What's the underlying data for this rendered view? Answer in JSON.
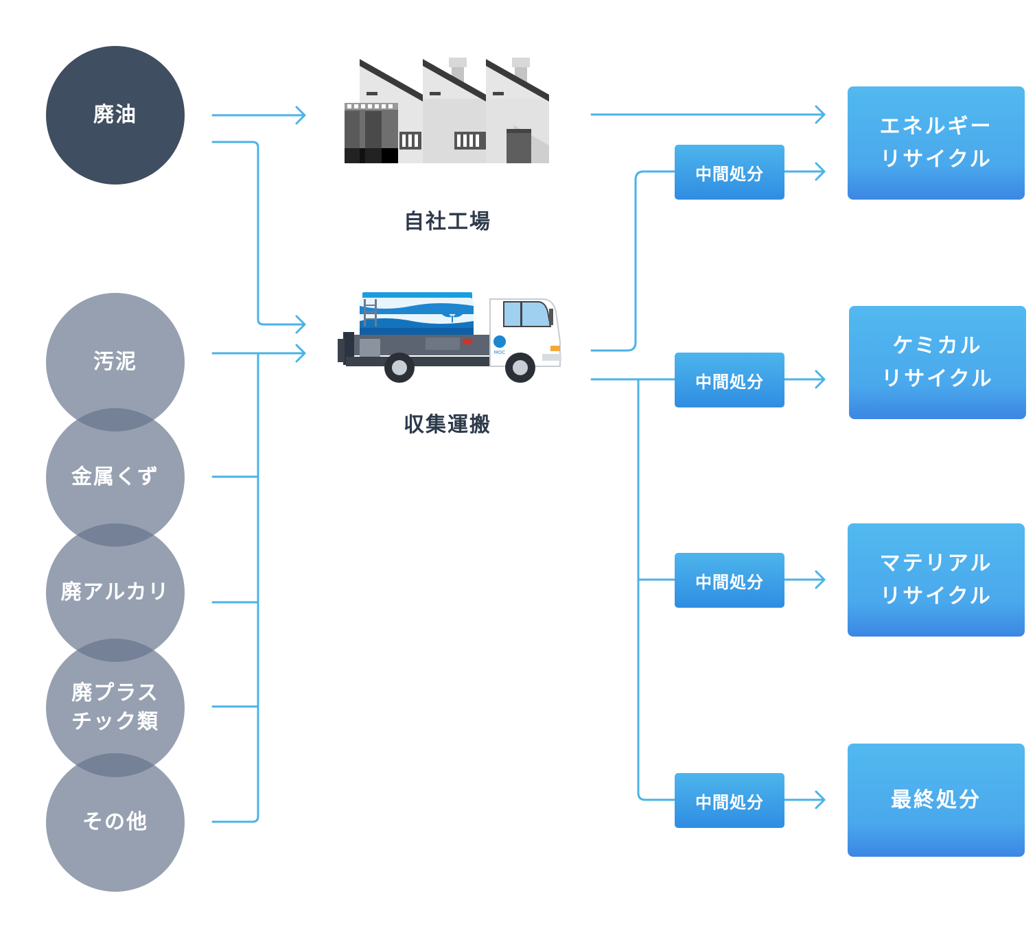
{
  "sources": {
    "oil": "廃油",
    "sludge": "汚泥",
    "metal": "金属くず",
    "alkali": "廃アルカリ",
    "plastic": "廃プラス\nチック類",
    "other": "その他"
  },
  "facilities": {
    "factory": "自社工場",
    "transport": "収集運搬"
  },
  "intermediate_label": "中間処分",
  "results": {
    "energy": "エネルギー\nリサイクル",
    "chemical": "ケミカル\nリサイクル",
    "material": "マテリアル\nリサイクル",
    "final": "最終処分"
  },
  "truck_logo": "MOC",
  "colors": {
    "line": "#4ab3e6",
    "dark_circle": "#3f4e60",
    "grey_circle": "#8b97a8",
    "box_top": "#52b9ef",
    "box_bottom": "#3b86e3"
  }
}
